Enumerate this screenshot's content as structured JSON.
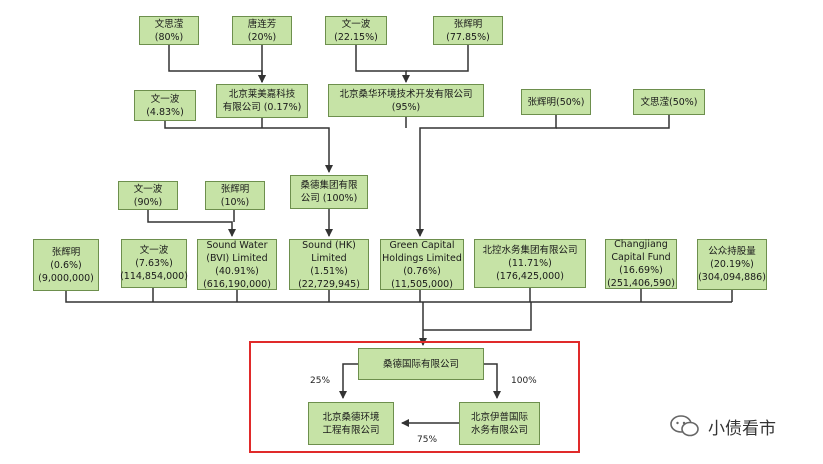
{
  "top_row": {
    "wensiying_80": [
      "文思滢",
      "(80%)"
    ],
    "tanglianfang_20": [
      "唐连芳",
      "(20%)"
    ],
    "wenyibo_2215": [
      "文一波",
      "(22.15%)"
    ],
    "zhanghuiming_7785": [
      "张辉明",
      "(77.85%)"
    ]
  },
  "second_row": {
    "wenyibo_483": [
      "文一波",
      "(4.83%)"
    ],
    "laimeijia": [
      "北京莱美嘉科技",
      "有限公司 (0.17%)"
    ],
    "sanghua": [
      "北京桑华环境技术开发有限公司",
      "(95%)"
    ],
    "zhanghuiming_50": "张辉明(50%)",
    "wensiying_50": "文思滢(50%)"
  },
  "third_row": {
    "wenyibo_90": [
      "文一波",
      "(90%)"
    ],
    "zhanghuiming_10": [
      "张辉明",
      "(10%)"
    ],
    "sound_group": [
      "桑德集团有限",
      "公司 (100%)"
    ]
  },
  "shareholders": [
    [
      "张辉明",
      "(0.6%)",
      "(9,000,000)"
    ],
    [
      "文一波",
      "(7.63%)",
      "(114,854,000)"
    ],
    [
      "Sound Water",
      "(BVI) Limited",
      "(40.91%)",
      "(616,190,000)"
    ],
    [
      "Sound (HK)",
      "Limited",
      "(1.51%)",
      "(22,729,945)"
    ],
    [
      "Green Capital",
      "Holdings Limited",
      "(0.76%)",
      "(11,505,000)"
    ],
    [
      "北控水务集团有限公司",
      "(11.71%)",
      "(176,425,000)"
    ],
    [
      "Changjiang",
      "Capital Fund",
      "(16.69%)",
      "(251,406,590)"
    ],
    [
      "公众持股量",
      "(20.19%)",
      "(304,094,886)"
    ]
  ],
  "bottom": {
    "sound_intl": "桑德国际有限公司",
    "sound_env": [
      "北京桑德环境",
      "工程有限公司"
    ],
    "yipu": [
      "北京伊普国际",
      "水务有限公司"
    ],
    "pct_left": "25%",
    "pct_right": "100%",
    "pct_bottom": "75%"
  },
  "watermark": "小债看市",
  "colors": {
    "box_fill": "#c6e3a6",
    "box_border": "#6d8f4d",
    "line": "#333333",
    "highlight": "#e02a2a"
  }
}
